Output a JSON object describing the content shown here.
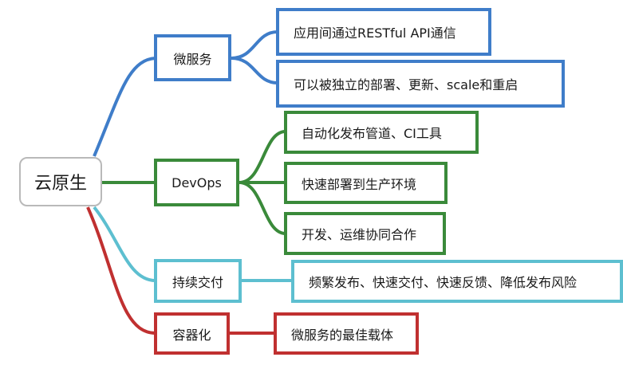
{
  "root": {
    "label": "云原生"
  },
  "branches": [
    {
      "label": "微服务",
      "color": "#3f7dc9",
      "children": [
        "应用间通过RESTful API通信",
        "可以被独立的部署、更新、scale和重启"
      ]
    },
    {
      "label": "DevOps",
      "color": "#3a8a3a",
      "children": [
        "自动化发布管道、CI工具",
        "快速部署到生产环境",
        "开发、运维协同合作"
      ]
    },
    {
      "label": "持续交付",
      "color": "#5dbfd0",
      "children": [
        "频繁发布、快速交付、快速反馈、降低发布风险"
      ]
    },
    {
      "label": "容器化",
      "color": "#c03030",
      "children": [
        "微服务的最佳载体"
      ]
    }
  ]
}
